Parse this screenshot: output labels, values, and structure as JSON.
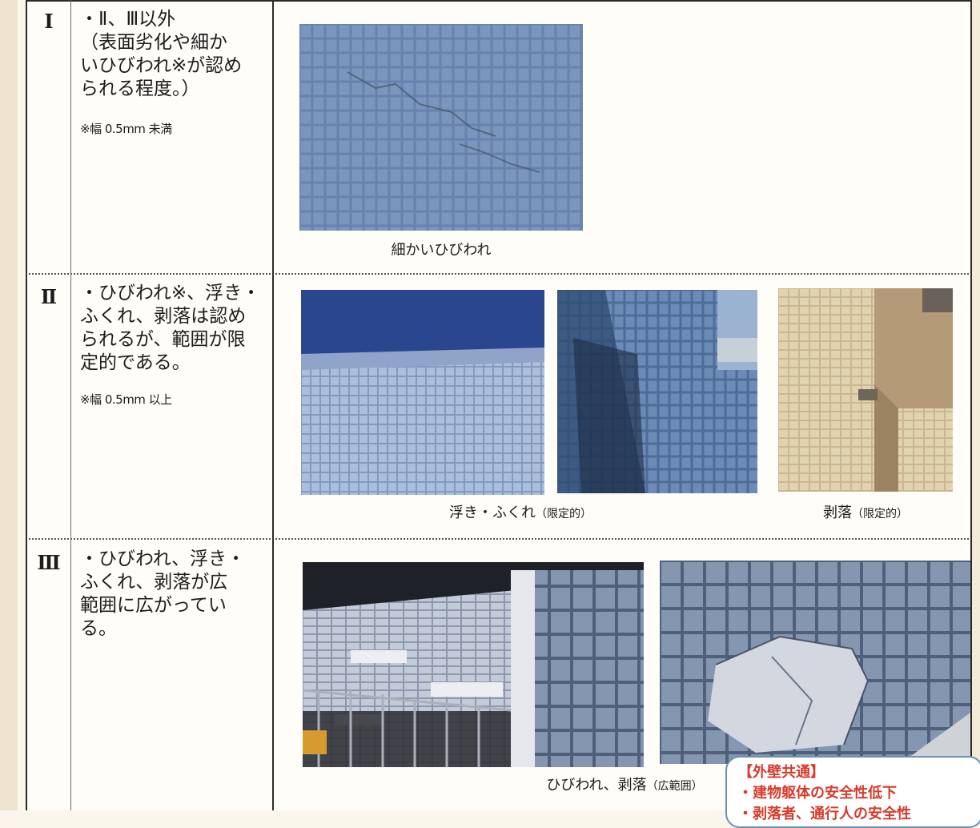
{
  "rows": [
    {
      "grade": "Ⅰ",
      "lines": [
        "・Ⅱ、Ⅲ以外",
        "（表面劣化や細か",
        "いひびわれ※が認め",
        "られる程度。）"
      ],
      "note": "※幅 0.5mm 未満",
      "captions": [
        {
          "main": "細かいひびわれ",
          "small": ""
        }
      ]
    },
    {
      "grade": "Ⅱ",
      "lines": [
        "・ひびわれ※、浮き・",
        "ふくれ、剥落は認め",
        "られるが、範囲が限",
        "定的である。"
      ],
      "note": "※幅 0.5mm 以上",
      "captions": [
        {
          "main": "浮き・ふくれ",
          "small": "（限定的）"
        },
        {
          "main": "剥落",
          "small": "（限定的）"
        }
      ]
    },
    {
      "grade": "Ⅲ",
      "lines": [
        "・ひびわれ、浮き・",
        "ふくれ、剥落が広",
        "範囲に広がってい",
        "る。"
      ],
      "note": "",
      "captions": [
        {
          "main": "ひびわれ、剥落",
          "small": "（広範囲）"
        }
      ]
    }
  ],
  "callout": {
    "title": "【外壁共通】",
    "items": [
      "・建物躯体の安全性低下",
      "・剥落者、通行人の安全性"
    ]
  },
  "colors": {
    "callout_text": "#d63a2c",
    "callout_border": "#6b8fb5",
    "tile_blue": "#5a7aa6"
  }
}
